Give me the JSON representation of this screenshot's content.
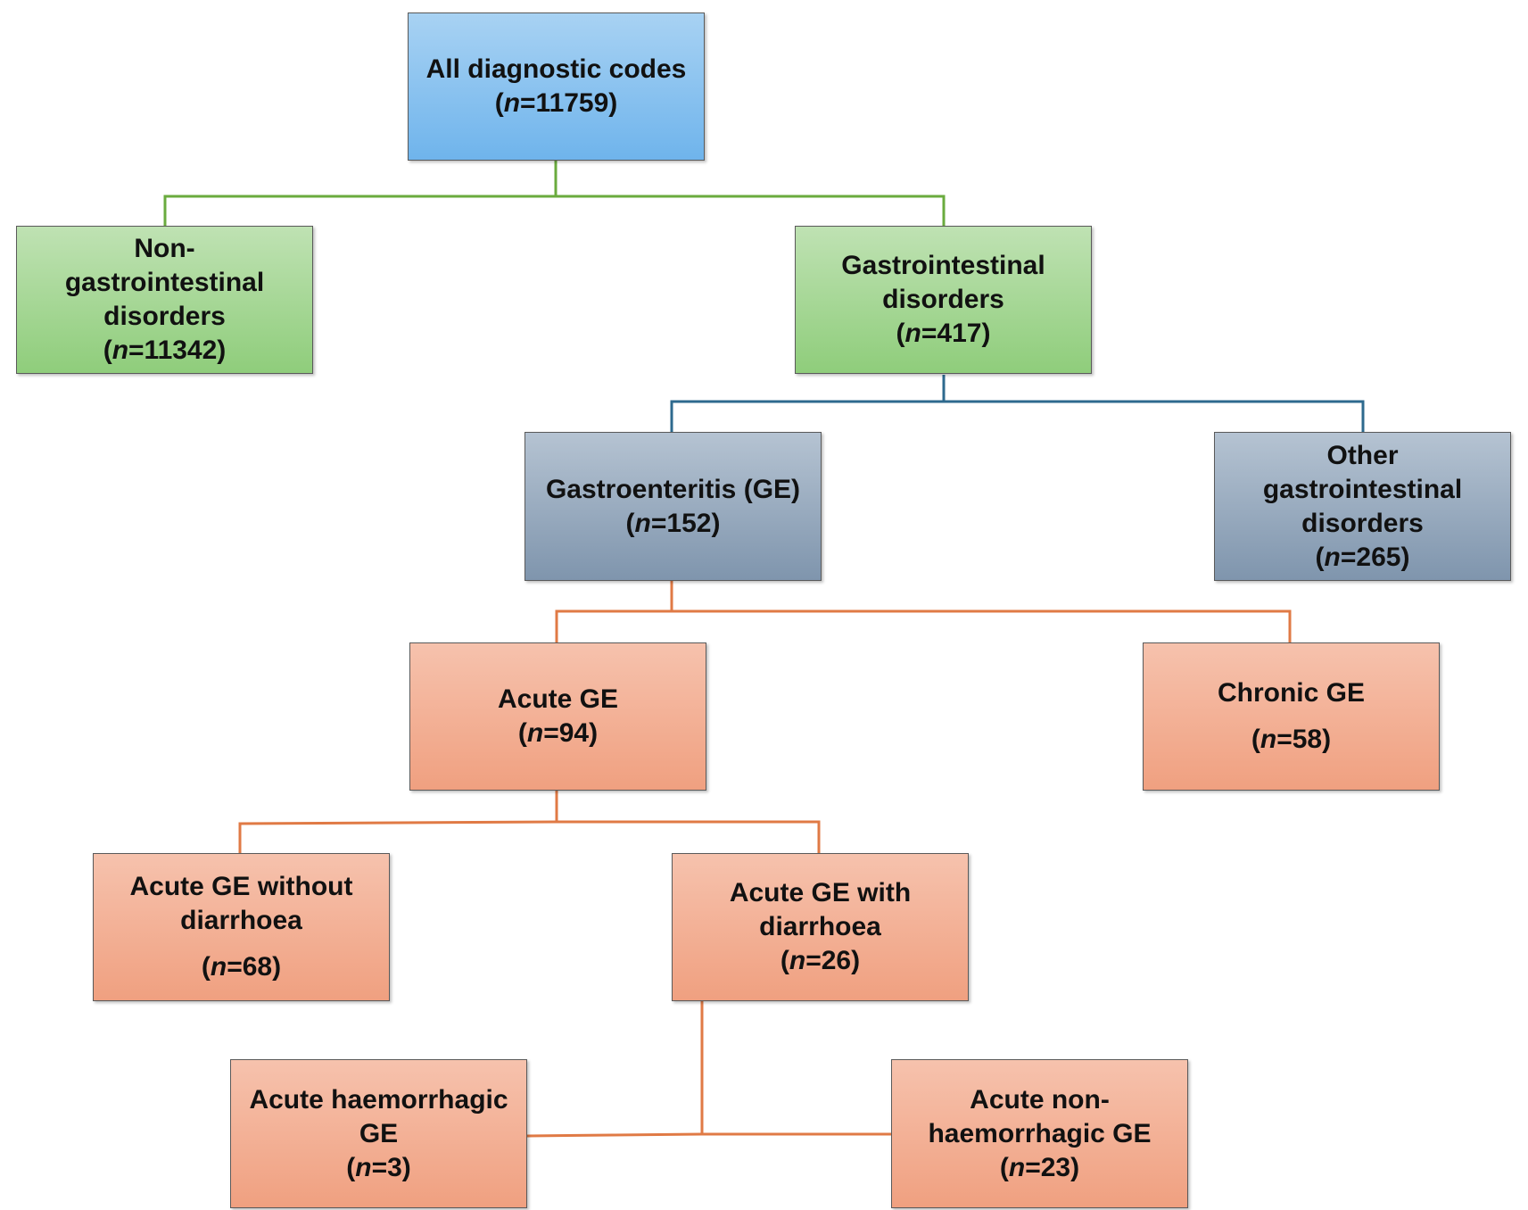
{
  "nodes": {
    "all_codes": {
      "label": "All diagnostic codes",
      "n_prefix": "(",
      "n_var": "n",
      "n_value": "=11759)"
    },
    "non_gi": {
      "label_lines": [
        "Non-",
        "gastrointestinal",
        "disorders"
      ],
      "n_prefix": "(",
      "n_var": "n",
      "n_value": "=11342)"
    },
    "gi": {
      "label_lines": [
        "Gastrointestinal",
        "disorders"
      ],
      "n_prefix": "(",
      "n_var": "n",
      "n_value": "=417)"
    },
    "ge": {
      "label": "Gastroenteritis (GE)",
      "n_prefix": "(",
      "n_var": "n",
      "n_value": "=152)"
    },
    "other_gi": {
      "label_lines": [
        "Other",
        "gastrointestinal",
        "disorders"
      ],
      "n_prefix": "(",
      "n_var": "n",
      "n_value": "=265)"
    },
    "acute_ge": {
      "label": "Acute GE",
      "n_prefix": "(",
      "n_var": "n",
      "n_value": "=94)"
    },
    "chronic_ge": {
      "label": "Chronic GE",
      "n_prefix": "(",
      "n_var": "n",
      "n_value": "=58)"
    },
    "acute_no_diarrhoea": {
      "label_lines": [
        "Acute GE without",
        "diarrhoea"
      ],
      "n_prefix": "(",
      "n_var": "n",
      "n_value": "=68)"
    },
    "acute_diarrhoea": {
      "label_lines": [
        "Acute GE with",
        "diarrhoea"
      ],
      "n_prefix": "(",
      "n_var": "n",
      "n_value": "=26)"
    },
    "haemorrhagic": {
      "label_lines": [
        "Acute haemorrhagic",
        "GE"
      ],
      "n_prefix": "(",
      "n_var": "n",
      "n_value": "=3)"
    },
    "non_haemorrhagic": {
      "label_lines": [
        "Acute non-",
        "haemorrhagic GE"
      ],
      "n_prefix": "(",
      "n_var": "n",
      "n_value": "=23)"
    }
  },
  "colors": {
    "level1_fill": "#8ec4f0",
    "level2_fill": "#a6d893",
    "level3_fill": "#9aacc0",
    "level4_fill": "#f3b095",
    "connector_green": "#6aab3e",
    "connector_blue": "#2e6a8e",
    "connector_orange": "#e07a45"
  }
}
